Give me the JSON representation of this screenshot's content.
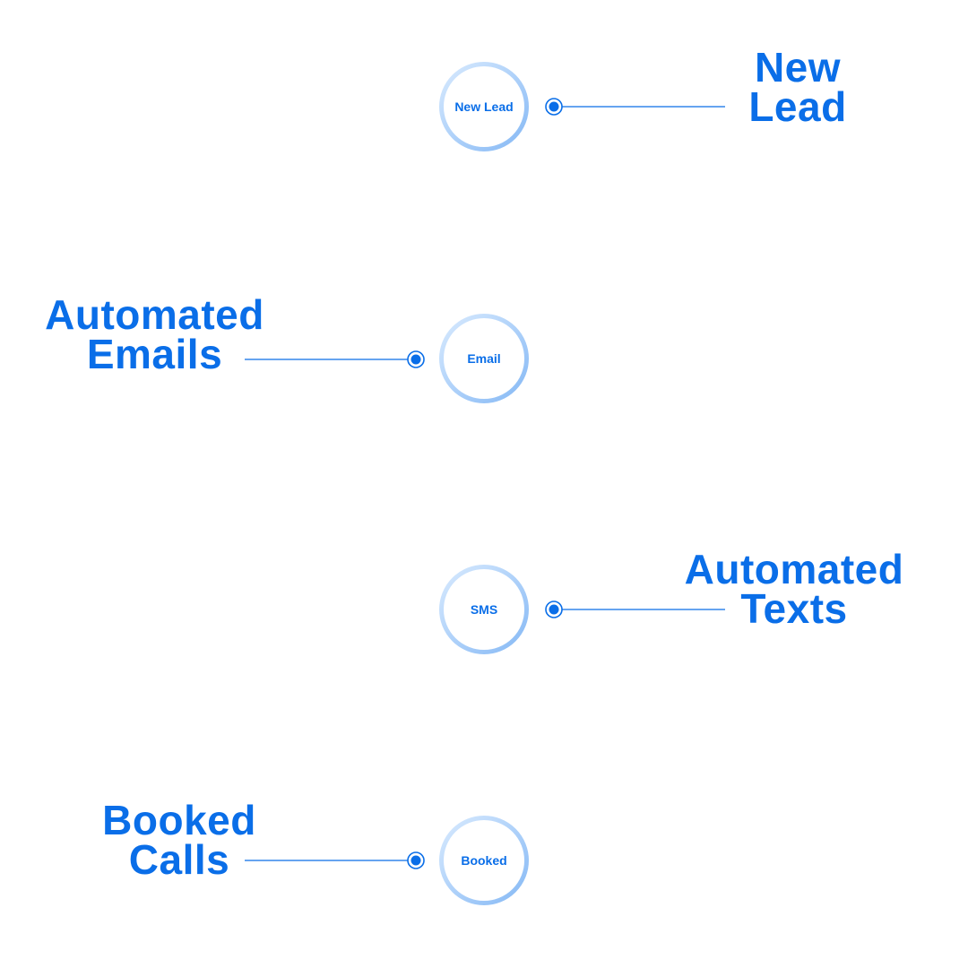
{
  "colors": {
    "accent": "#0a6ee8",
    "ring_light": "#cfe4fd",
    "ring_dark": "#8bbcf6",
    "background": "#ffffff"
  },
  "stages": [
    {
      "node_label": "New Lead",
      "title_lines": [
        "New",
        "Lead"
      ],
      "side": "right"
    },
    {
      "node_label": "Email",
      "title_lines": [
        "Automated",
        "Emails"
      ],
      "side": "left"
    },
    {
      "node_label": "SMS",
      "title_lines": [
        "Automated",
        "Texts"
      ],
      "side": "right"
    },
    {
      "node_label": "Booked",
      "title_lines": [
        "Booked",
        "Calls"
      ],
      "side": "left"
    }
  ]
}
